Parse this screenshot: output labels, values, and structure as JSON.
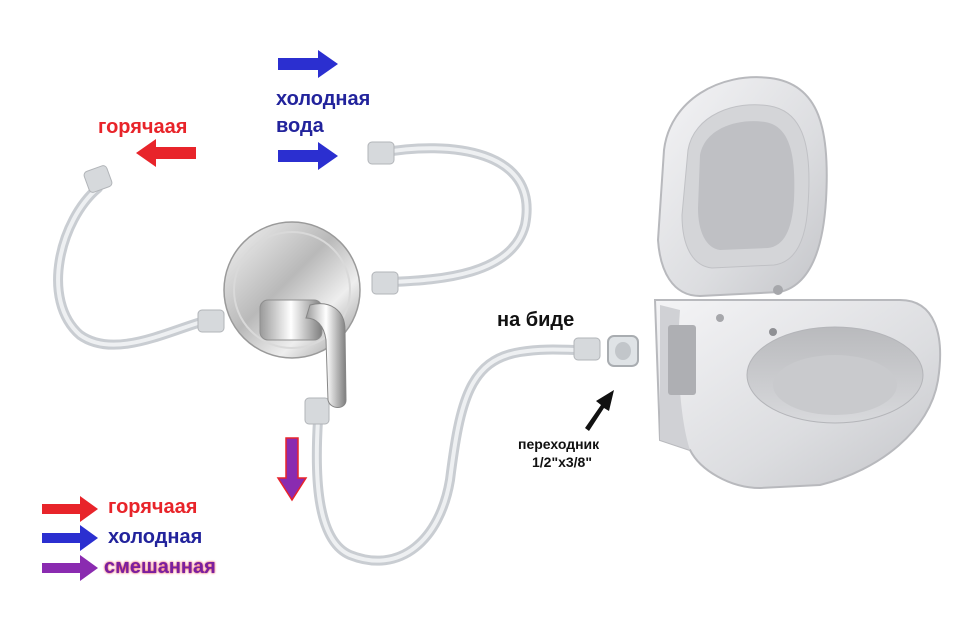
{
  "labels": {
    "hot_top": "горячаая",
    "cold_top_line1": "холодная",
    "cold_top_line2": "вода",
    "bidet": "на биде",
    "adapter_line1": "переходник",
    "adapter_line2": "1/2\"x3/8\""
  },
  "legend": [
    {
      "text": "горячаая",
      "color": "#e8242a"
    },
    {
      "text": "холодная",
      "color": "#22239c"
    },
    {
      "text": "смешанная",
      "color": "#7a1fa0"
    }
  ],
  "colors": {
    "hot": "#e8242a",
    "cold": "#2b2fd0",
    "mixed": "#8a2bb0"
  }
}
